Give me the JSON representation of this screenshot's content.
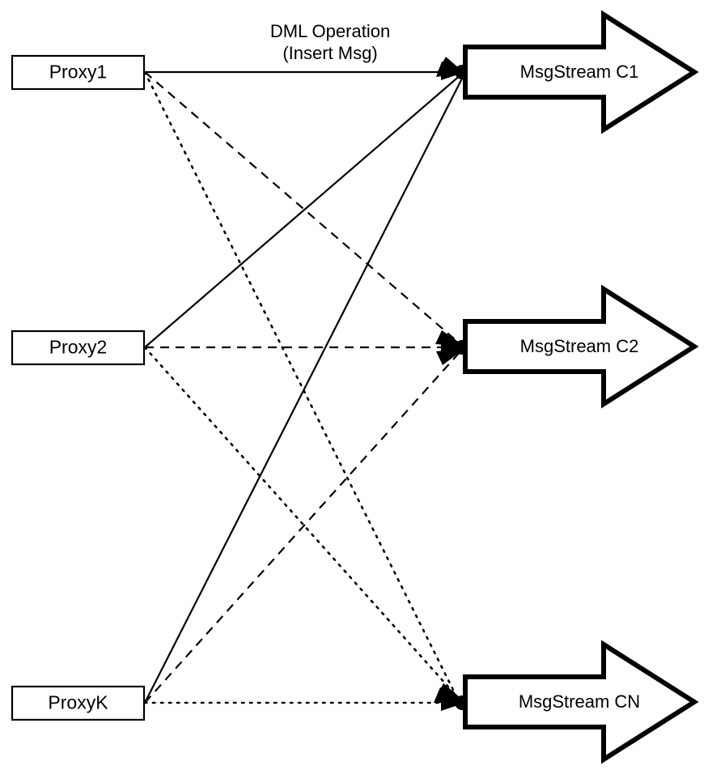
{
  "diagram": {
    "title_caption": {
      "line1": "DML Operation",
      "line2": "(Insert Msg)"
    },
    "colors": {
      "stroke": "#000000",
      "fill": "#ffffff",
      "background": "#ffffff"
    },
    "proxies": [
      {
        "id": "proxy1",
        "label": "Proxy1"
      },
      {
        "id": "proxy2",
        "label": "Proxy2"
      },
      {
        "id": "proxyk",
        "label": "ProxyK"
      }
    ],
    "streams": [
      {
        "id": "c1",
        "label": "MsgStream C1"
      },
      {
        "id": "c2",
        "label": "MsgStream C2"
      },
      {
        "id": "cn",
        "label": "MsgStream CN"
      }
    ],
    "edges": [
      {
        "from": "Proxy1",
        "to": "MsgStream C1",
        "style": "solid"
      },
      {
        "from": "Proxy1",
        "to": "MsgStream C2",
        "style": "dashed"
      },
      {
        "from": "Proxy1",
        "to": "MsgStream CN",
        "style": "dotted"
      },
      {
        "from": "Proxy2",
        "to": "MsgStream C1",
        "style": "solid"
      },
      {
        "from": "Proxy2",
        "to": "MsgStream C2",
        "style": "dashed"
      },
      {
        "from": "Proxy2",
        "to": "MsgStream CN",
        "style": "dotted"
      },
      {
        "from": "ProxyK",
        "to": "MsgStream C1",
        "style": "solid"
      },
      {
        "from": "ProxyK",
        "to": "MsgStream C2",
        "style": "dashed"
      },
      {
        "from": "ProxyK",
        "to": "MsgStream CN",
        "style": "dotted"
      }
    ]
  }
}
